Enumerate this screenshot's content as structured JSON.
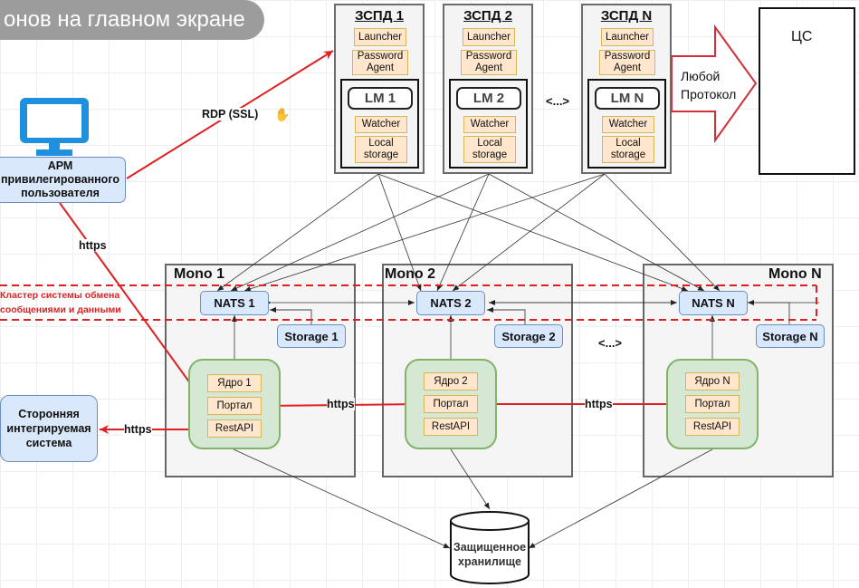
{
  "overlay_title": "онов на главном экране",
  "zspd_nodes": [
    {
      "title": "ЗСПД 1",
      "launcher": "Launcher",
      "password_agent": "Password Agent",
      "lm": "LM 1",
      "watcher": "Watcher",
      "local_storage": "Local storage"
    },
    {
      "title": "ЗСПД 2",
      "launcher": "Launcher",
      "password_agent": "Password Agent",
      "lm": "LM 2",
      "watcher": "Watcher",
      "local_storage": "Local storage"
    },
    {
      "title": "ЗСПД N",
      "launcher": "Launcher",
      "password_agent": "Password Agent",
      "lm": "LM N",
      "watcher": "Watcher",
      "local_storage": "Local storage"
    }
  ],
  "ellipsis": "<...>",
  "protocol_arrow_label": "Любой Протокол",
  "cs_label": "ЦС",
  "workstation": {
    "label": "АРМ привилегированного пользователя",
    "icon": "monitor-icon"
  },
  "external_system": {
    "label": "Сторонняя интегрируемая система"
  },
  "connections": {
    "rdp": "RDP (SSL)",
    "https_arm": "https",
    "https_ext": "https",
    "https_1_2": "https",
    "https_2_n": "https"
  },
  "cluster_label": "Кластер системы обмена сообщениями и данными",
  "mono_nodes": [
    {
      "title": "Mono 1",
      "nats": "NATS 1",
      "storage": "Storage 1",
      "core": "Ядро 1",
      "portal": "Портал",
      "rest": "RestAPI"
    },
    {
      "title": "Mono 2",
      "nats": "NATS 2",
      "storage": "Storage 2",
      "core": "Ядро 2",
      "portal": "Портал",
      "rest": "RestAPI"
    },
    {
      "title": "Mono N",
      "nats": "NATS N",
      "storage": "Storage N",
      "core": "Ядро N",
      "portal": "Портал",
      "rest": "RestAPI"
    }
  ],
  "secure_storage": "Защищенное хранилище",
  "colors": {
    "accent_red": "#e02020",
    "monitor_blue": "#1f90dd",
    "node_blue": "#dae8fc",
    "node_green": "#d5e8d4",
    "component_orange": "#ffe6cc"
  }
}
